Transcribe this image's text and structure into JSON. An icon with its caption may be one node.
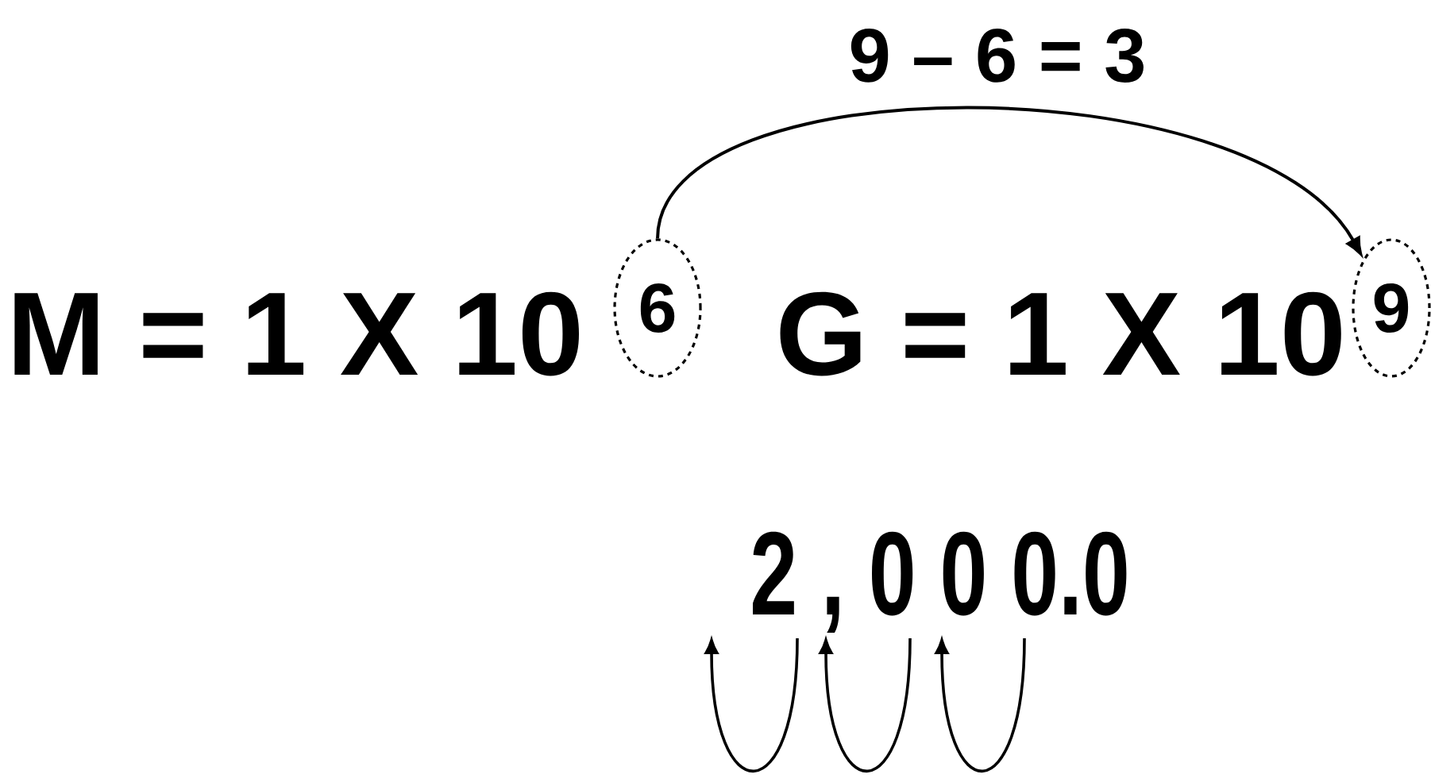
{
  "diagram": {
    "nodes": [
      {
        "text": [
          "6"
        ]
      },
      {
        "text": [
          "9"
        ]
      }
    ],
    "edges": [
      {
        "from": 0,
        "to": 1,
        "arrow": "to",
        "label": "9 – 6 = 3"
      }
    ],
    "labels": [
      "M = 1 X 10",
      "G = 1 X 10",
      "2 , 0 0 0.0"
    ]
  }
}
